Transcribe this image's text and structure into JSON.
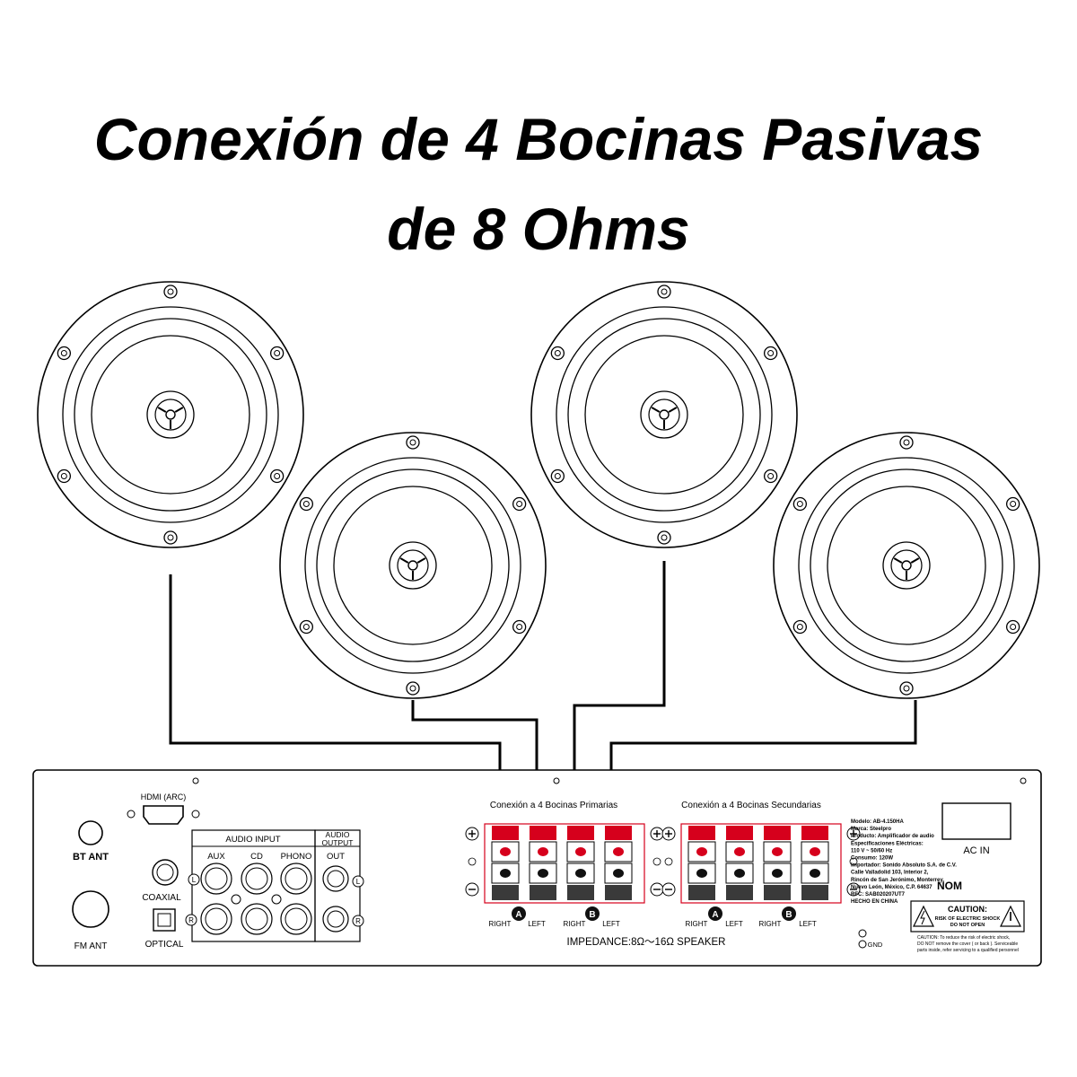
{
  "title": {
    "line1": "Conexión de 4 Bocinas Pasivas",
    "line2": "de 8 Ohms"
  },
  "speakers_count": 4,
  "amplifier": {
    "hdmi_label": "HDMI (ARC)",
    "bt_ant": "BT ANT",
    "fm_ant": "FM ANT",
    "coaxial": "COAXIAL",
    "optical": "OPTICAL",
    "audio_input": {
      "title": "AUDIO INPUT",
      "aux": "AUX",
      "cd": "CD",
      "phono": "PHONO",
      "l": "L",
      "r": "R"
    },
    "audio_output": {
      "title_line1": "AUDIO",
      "title_line2": "OUTPUT",
      "out": "OUT",
      "l": "L",
      "r": "R"
    },
    "primary_group": "Conexión a 4 Bocinas Primarias",
    "secondary_group": "Conexión a 4 Bocinas Secundarias",
    "zone_a": "A",
    "zone_b": "B",
    "right": "RIGHT",
    "left": "LEFT",
    "impedance": "IMPEDANCE:8Ω～16Ω SPEAKER",
    "ac_in": "AC IN",
    "nom": "NOM",
    "gnd": "GND",
    "specs": [
      "Modelo: AB-4.150HA",
      "Marca: Steelpro",
      "Producto: Amplificador de audio",
      "Especificaciones Eléctricas:",
      "110 V ~ 50/60 Hz",
      "Consumo: 120W",
      "Importador: Sonido Absoluto S.A. de C.V.",
      "Calle Valladolid 103, Interior 2,",
      "Rincón de San Jerónimo, Monterrey,",
      "Nuevo León, México, C.P. 64637",
      "RFC: SAB020207UT7",
      "HECHO EN CHINA"
    ],
    "caution_title": "CAUTION:",
    "caution_line1": "RISK OF ELECTRIC SHOCK",
    "caution_line2": "DO NOT OPEN",
    "caution_text": [
      "CAUTION: To reduce the risk of electric shock,",
      "DO NOT remove the cover ( or back ). Serviceable",
      "parts inside, refer servicing to a qualified personnel"
    ]
  },
  "colors": {
    "terminal_red": "#d6001c",
    "terminal_black": "#111111",
    "line": "#000000"
  }
}
